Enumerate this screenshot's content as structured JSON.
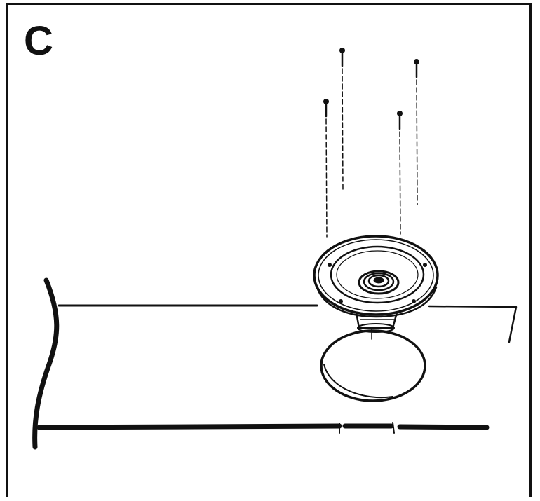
{
  "step": {
    "label": "C"
  },
  "colors": {
    "ink": "#111111",
    "background": "#ffffff"
  },
  "parts": [
    "panel-surface",
    "mounting-hole",
    "speaker",
    "mounting-screw"
  ]
}
